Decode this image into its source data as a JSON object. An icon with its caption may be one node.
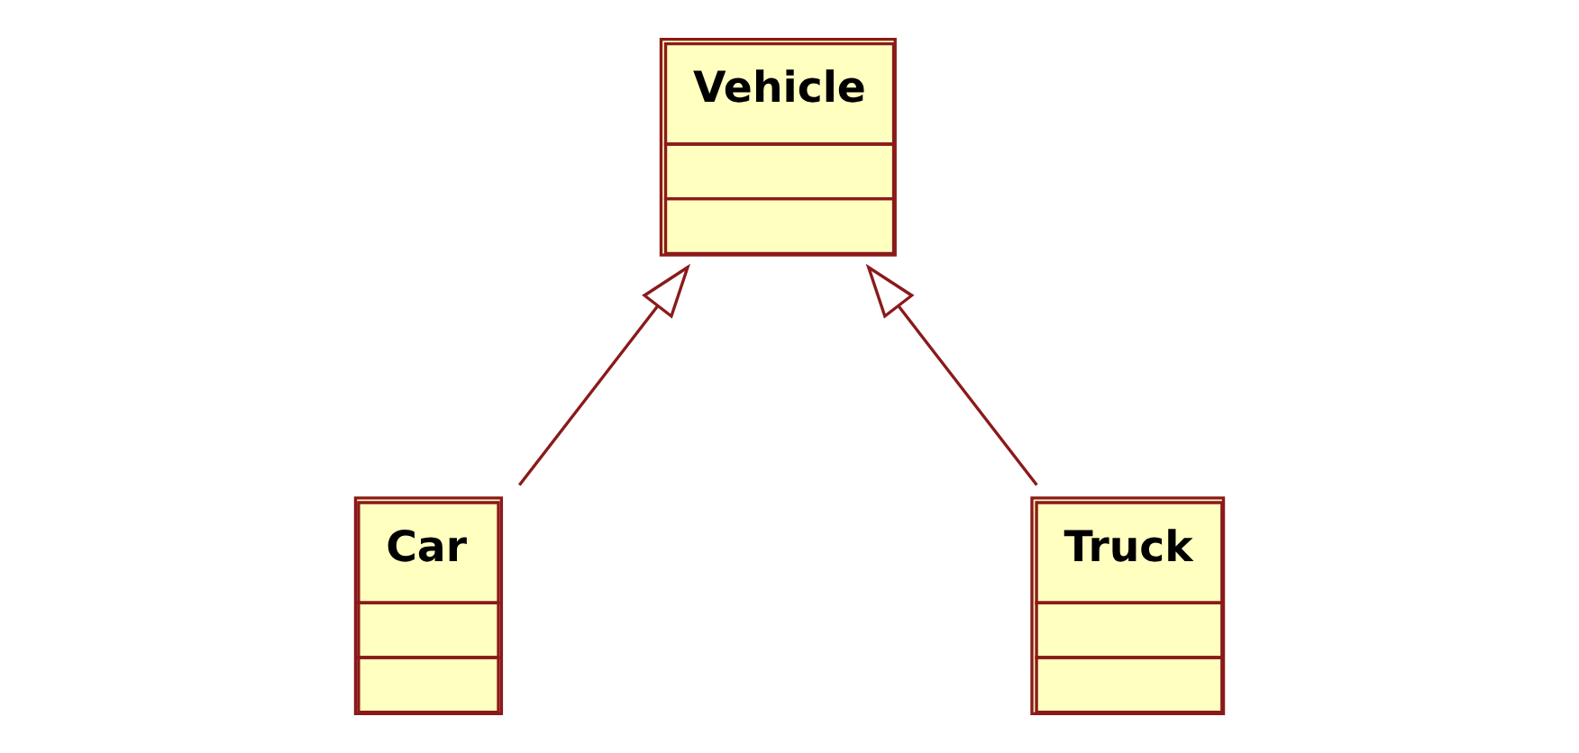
{
  "diagram": {
    "nodes": [
      {
        "text": [
          "Vehicle"
        ]
      },
      {
        "text": [
          "Car"
        ]
      },
      {
        "text": [
          "Truck"
        ]
      }
    ],
    "edges": [
      {
        "from": 1,
        "to": 0,
        "arrow": "to"
      },
      {
        "from": 2,
        "to": 0,
        "arrow": "to"
      }
    ]
  }
}
